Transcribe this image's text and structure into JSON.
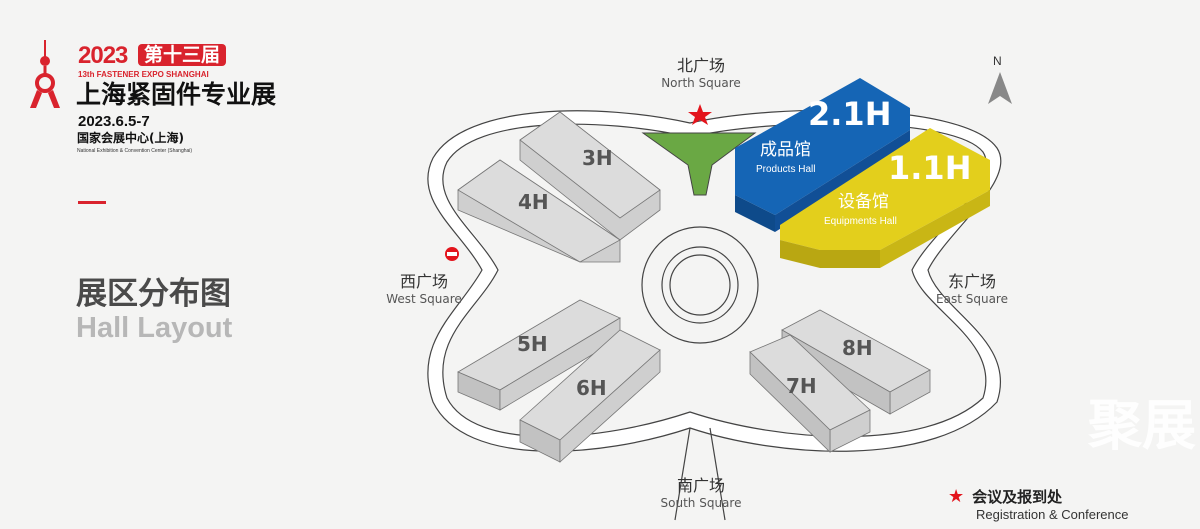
{
  "header": {
    "year": "2023",
    "edition": "第十三届",
    "edition_en": "13th FASTENER EXPO SHANGHAI",
    "title": "上海紧固件专业展",
    "date": "2023.6.5-7",
    "venue": "国家会展中心(上海)",
    "venue_en": "National Exhibition & Convention Center (Shanghai)"
  },
  "section": {
    "title_cn": "展区分布图",
    "title_en": "Hall Layout"
  },
  "map": {
    "compass": "N",
    "squares": {
      "north": {
        "cn": "北广场",
        "en": "North Square"
      },
      "west": {
        "cn": "西广场",
        "en": "West Square"
      },
      "east": {
        "cn": "东广场",
        "en": "East Square"
      },
      "south": {
        "cn": "南广场",
        "en": "South Square"
      }
    },
    "halls": {
      "h3": "3H",
      "h4": "4H",
      "h5": "5H",
      "h6": "6H",
      "h7": "7H",
      "h8": "8H",
      "h21": {
        "code": "2.1H",
        "cn": "成品馆",
        "en": "Products Hall",
        "color": "#1565b5"
      },
      "h11": {
        "code": "1.1H",
        "cn": "设备馆",
        "en": "Equipments Hall",
        "color": "#e3cf1c"
      }
    },
    "colors": {
      "accent": "#d9232d",
      "green": "#6aa844"
    }
  },
  "legend": {
    "cn": "会议及报到处",
    "en": "Registration & Conference"
  },
  "watermark": "聚展"
}
